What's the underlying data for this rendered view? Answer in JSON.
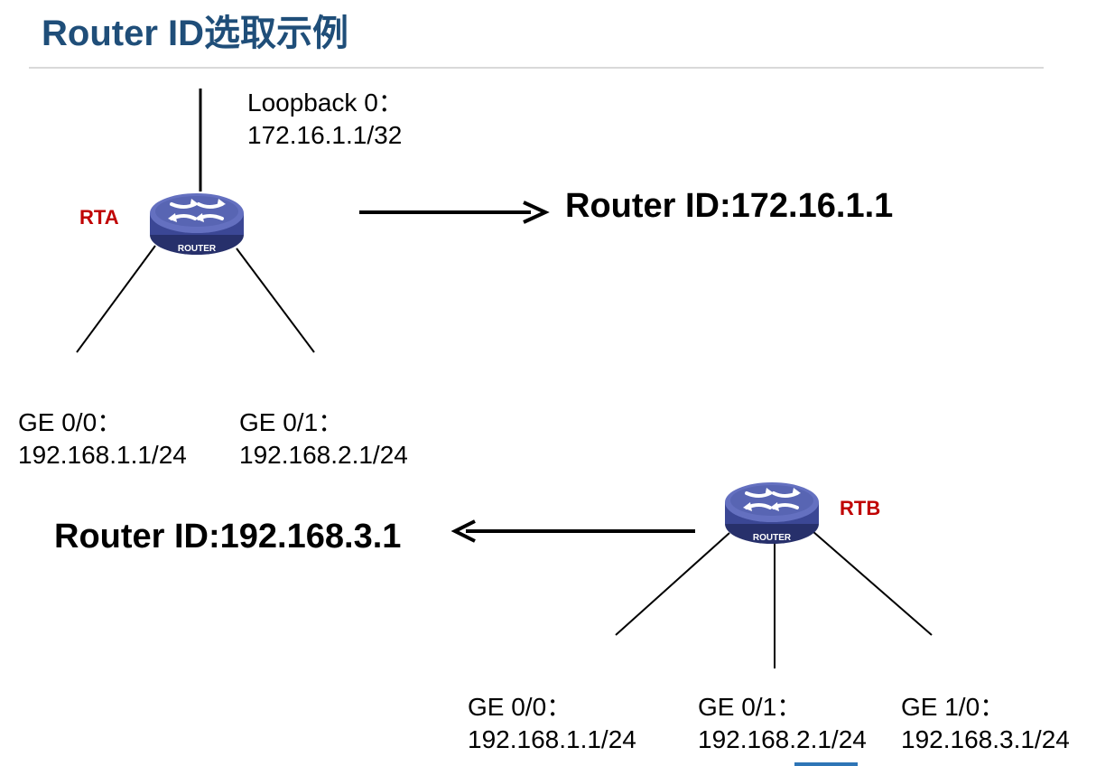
{
  "title": "Router ID选取示例",
  "colors": {
    "title": "#1f4e79",
    "router_name": "#c00000",
    "router_body": "#4a5aa8",
    "rule": "#d9d9d9"
  },
  "rta": {
    "name": "RTA",
    "router_icon_label": "ROUTER",
    "loopback": {
      "name": "Loopback 0：",
      "ip": "172.16.1.1/32"
    },
    "interfaces": [
      {
        "name": "GE 0/0：",
        "ip": "192.168.1.1/24"
      },
      {
        "name": "GE 0/1：",
        "ip": "192.168.2.1/24"
      }
    ],
    "result": "Router ID:172.16.1.1"
  },
  "rtb": {
    "name": "RTB",
    "router_icon_label": "ROUTER",
    "interfaces": [
      {
        "name": "GE 0/0：",
        "ip": "192.168.1.1/24"
      },
      {
        "name": "GE 0/1：",
        "ip": "192.168.2.1/24"
      },
      {
        "name": "GE 1/0：",
        "ip": "192.168.3.1/24"
      }
    ],
    "result": "Router ID:192.168.3.1"
  }
}
